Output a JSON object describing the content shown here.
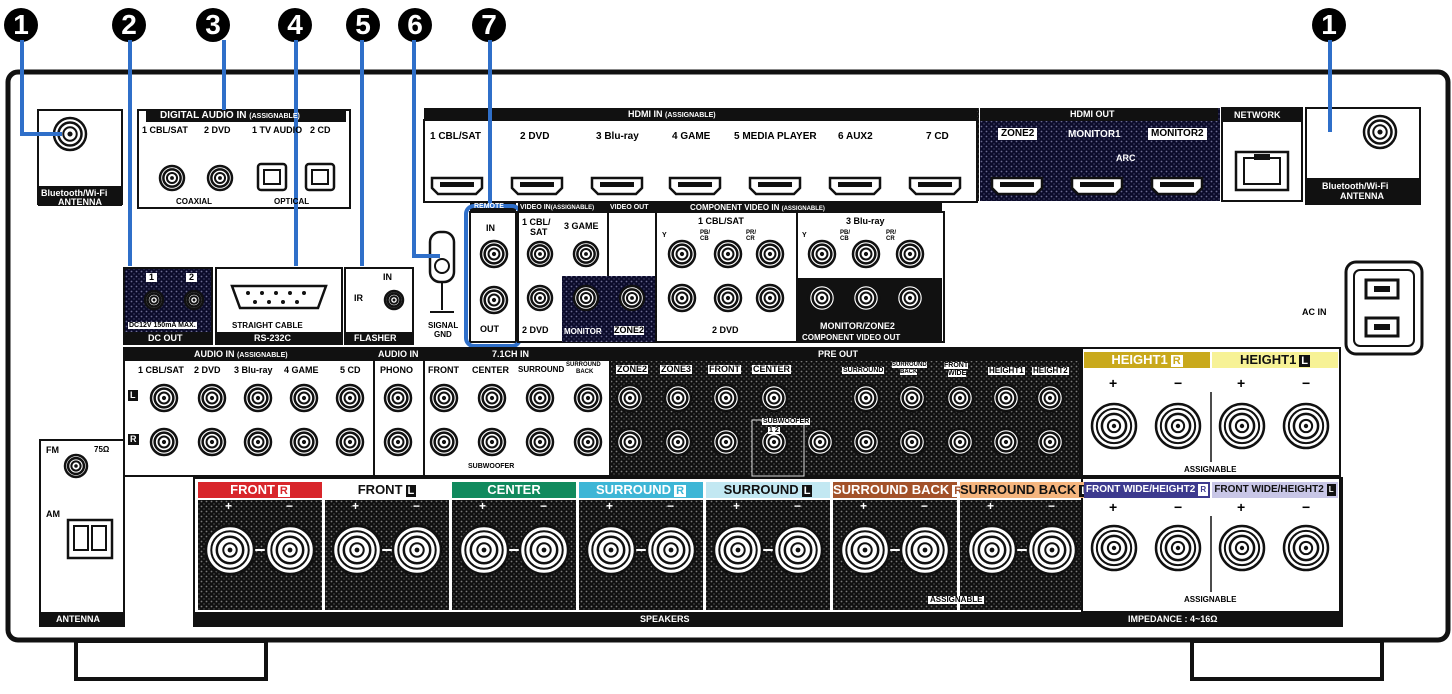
{
  "callouts": [
    "1",
    "2",
    "3",
    "4",
    "5",
    "6",
    "7",
    "1"
  ],
  "antenna_bt": "Bluetooth/Wi-Fi",
  "antenna_word": "ANTENNA",
  "digital_audio": {
    "title": "DIGITAL AUDIO IN",
    "assignable": "(ASSIGNABLE)",
    "ports": [
      "1 CBL/SAT",
      "2 DVD",
      "1 TV AUDIO",
      "2 CD"
    ],
    "coaxial": "COAXIAL",
    "optical": "OPTICAL"
  },
  "hdmi_in": {
    "title": "HDMI IN",
    "assignable": "(ASSIGNABLE)",
    "ports": [
      "1 CBL/SAT",
      "2 DVD",
      "3 Blu-ray",
      "4 GAME",
      "5 MEDIA PLAYER",
      "6 AUX2",
      "7 CD"
    ]
  },
  "hdmi_out": {
    "title": "HDMI OUT",
    "zone2": "ZONE2",
    "monitor1": "MONITOR1",
    "monitor2": "MONITOR2",
    "arc": "ARC"
  },
  "network": "NETWORK",
  "dc_out": {
    "nums": [
      "1",
      "2"
    ],
    "spec": "DC12V 150mA MAX.",
    "title": "DC OUT"
  },
  "rs232c": {
    "cable": "STRAIGHT CABLE",
    "title": "RS-232C"
  },
  "flasher": {
    "in": "IN",
    "ir": "IR",
    "title": "FLASHER"
  },
  "signal_gnd": [
    "SIGNAL",
    "GND"
  ],
  "remote": {
    "title": "REMOTE",
    "in": "IN",
    "out": "OUT"
  },
  "video_in": {
    "title": "VIDEO IN",
    "assignable": "(ASSIGNABLE)",
    "p1a": "1 CBL/",
    "p1b": "SAT",
    "p3": "3 GAME",
    "p2": "2 DVD"
  },
  "video_out": {
    "title": "VIDEO OUT",
    "monitor": "MONITOR",
    "zone2": "ZONE2"
  },
  "component_in": {
    "title": "COMPONENT VIDEO IN",
    "assignable": "(ASSIGNABLE)",
    "g1": "1 CBL/SAT",
    "g3": "3 Blu-ray",
    "g2": "2 DVD",
    "y": "Y",
    "pb": "PB/",
    "cb": "CB",
    "pr": "PR/",
    "cr": "CR"
  },
  "component_out": {
    "mz": "MONITOR/ZONE2",
    "title": "COMPONENT VIDEO OUT"
  },
  "ac_in": "AC IN",
  "audio_in": {
    "title": "AUDIO IN",
    "assignable": "(ASSIGNABLE)",
    "ports": [
      "1 CBL/SAT",
      "2 DVD",
      "3 Blu-ray",
      "4 GAME",
      "5 CD"
    ],
    "L": "L",
    "R": "R"
  },
  "phono": {
    "title": "AUDIO IN",
    "label": "PHONO"
  },
  "ch71": {
    "title": "7.1CH IN",
    "ports": [
      "FRONT",
      "CENTER",
      "SURROUND"
    ],
    "sb1": "SURROUND",
    "sb2": "BACK",
    "sub": "SUBWOOFER"
  },
  "pre_out": {
    "title": "PRE OUT",
    "left": [
      "ZONE2",
      "ZONE3",
      "FRONT",
      "CENTER"
    ],
    "surround": "SURROUND",
    "sb1": "SURROUND",
    "sb2": "BACK",
    "fw1": "FRONT",
    "fw2": "WIDE",
    "h1": "HEIGHT1",
    "h2": "HEIGHT2",
    "sub": "SUBWOOFER",
    "sub12": "1   2"
  },
  "antenna_box": {
    "fm": "FM",
    "ohm": "75Ω",
    "am": "AM",
    "title": "ANTENNA"
  },
  "speakers": {
    "title": "SPEAKERS",
    "impedance": "IMPEDANCE : 4~16Ω",
    "assignable": "ASSIGNABLE",
    "plus": "+",
    "minus": "−",
    "top_pairs": [
      {
        "text": "HEIGHT1",
        "badge": "R",
        "color": "#c9a91c"
      },
      {
        "text": "HEIGHT1",
        "badge": "L",
        "color": "#f7f296"
      }
    ],
    "bottom_pairs": [
      {
        "text": "FRONT WIDE/HEIGHT2",
        "badge": "R",
        "color": "#3d3a8e"
      },
      {
        "text": "FRONT WIDE/HEIGHT2",
        "badge": "L",
        "color": "#c8c6e6"
      }
    ],
    "main_pairs": [
      {
        "text": "FRONT",
        "badge": "R",
        "color": "#d8262b"
      },
      {
        "text": "FRONT",
        "badge": "L",
        "color": "#ffffff"
      },
      {
        "text": "CENTER",
        "badge": "",
        "color": "#118a5e"
      },
      {
        "text": "SURROUND",
        "badge": "R",
        "color": "#3eb6d6"
      },
      {
        "text": "SURROUND",
        "badge": "L",
        "color": "#c2e8f2"
      },
      {
        "text": "SURROUND BACK",
        "badge": "R",
        "color": "#a3522a"
      },
      {
        "text": "SURROUND BACK",
        "badge": "L",
        "color": "#f5b57e"
      }
    ]
  }
}
